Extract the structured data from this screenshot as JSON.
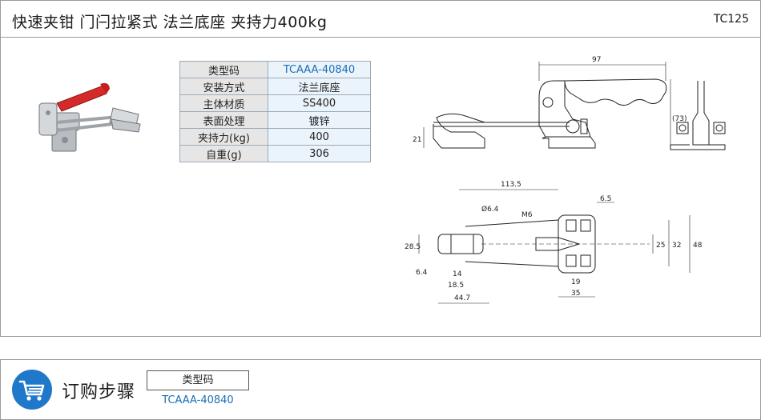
{
  "header": {
    "title": "快速夹钳  门闩拉紧式  法兰底座  夹持力400kg",
    "code": "TC125"
  },
  "spec_table": [
    {
      "key": "类型码",
      "value": "TCAAA-40840"
    },
    {
      "key": "安装方式",
      "value": "法兰底座"
    },
    {
      "key": "主体材质",
      "value": "SS400"
    },
    {
      "key": "表面处理",
      "value": "镀锌"
    },
    {
      "key": "夹持力(kg)",
      "value": "400"
    },
    {
      "key": "自重(g)",
      "value": "306"
    }
  ],
  "drawing": {
    "dims": {
      "d97": "97",
      "d73": "(73)",
      "d21": "21",
      "d113": "113.5",
      "d65": "6.5",
      "phi": "Ø6.4",
      "m6": "M6",
      "d285": "28.5",
      "d64": "6.4",
      "d14": "14",
      "d185": "18.5",
      "d447": "44.7",
      "d19": "19",
      "d35": "35",
      "d25": "25",
      "d32": "32",
      "d48": "48"
    }
  },
  "order": {
    "title": "订购步骤",
    "type_label": "类型码",
    "type_value": "TCAAA-40840"
  },
  "colors": {
    "accent_blue": "#1f78c9",
    "handle_red": "#d42a2a",
    "table_value_bg": "#ebf4fb",
    "table_key_bg": "#e6e6e6"
  }
}
